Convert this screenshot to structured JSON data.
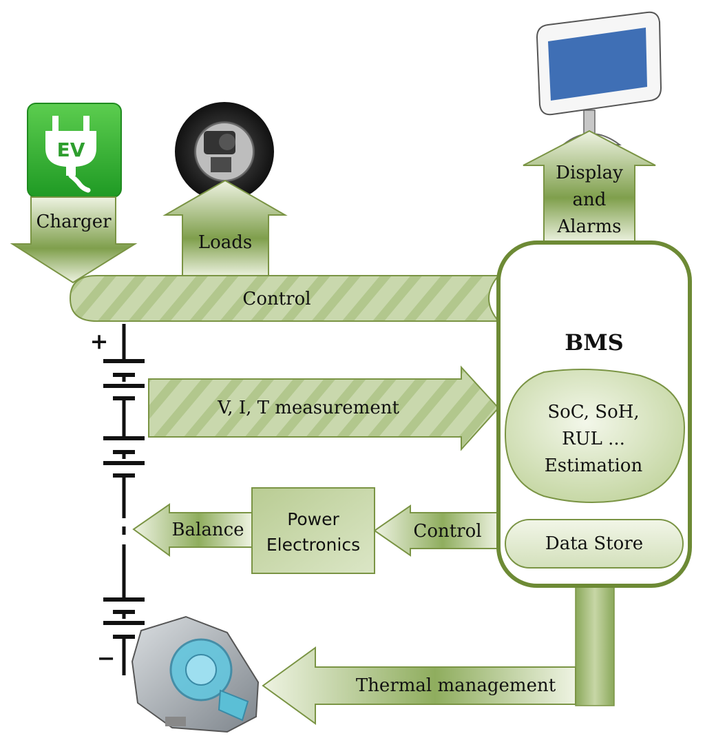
{
  "labels": {
    "charger": "Charger",
    "loads": "Loads",
    "display_line1": "Display",
    "display_line2": "and",
    "display_line3": "Alarms",
    "control_top": "Control",
    "bms": "BMS",
    "estimation_line1": "SoC, SoH,",
    "estimation_line2": "RUL ...",
    "estimation_line3": "Estimation",
    "measurement": "V, I, T measurement",
    "power_line1": "Power",
    "power_line2": "Electronics",
    "balance": "Balance",
    "control_bottom": "Control",
    "data_store": "Data Store",
    "thermal": "Thermal management",
    "plus": "+",
    "minus": "−",
    "ev_badge": "EV"
  },
  "icons": {
    "charger": "ev-plug-icon",
    "loads": "wheel-motor-icon",
    "display": "monitor-icon",
    "thermal": "cooling-pump-icon"
  },
  "colors": {
    "arrow_light": "#f1f5e6",
    "arrow_dark": "#6f9040",
    "border": "#7a9444",
    "bms_border": "#6d8a35",
    "ev_green": "#3db43d",
    "screen_blue": "#3f6fb5"
  }
}
